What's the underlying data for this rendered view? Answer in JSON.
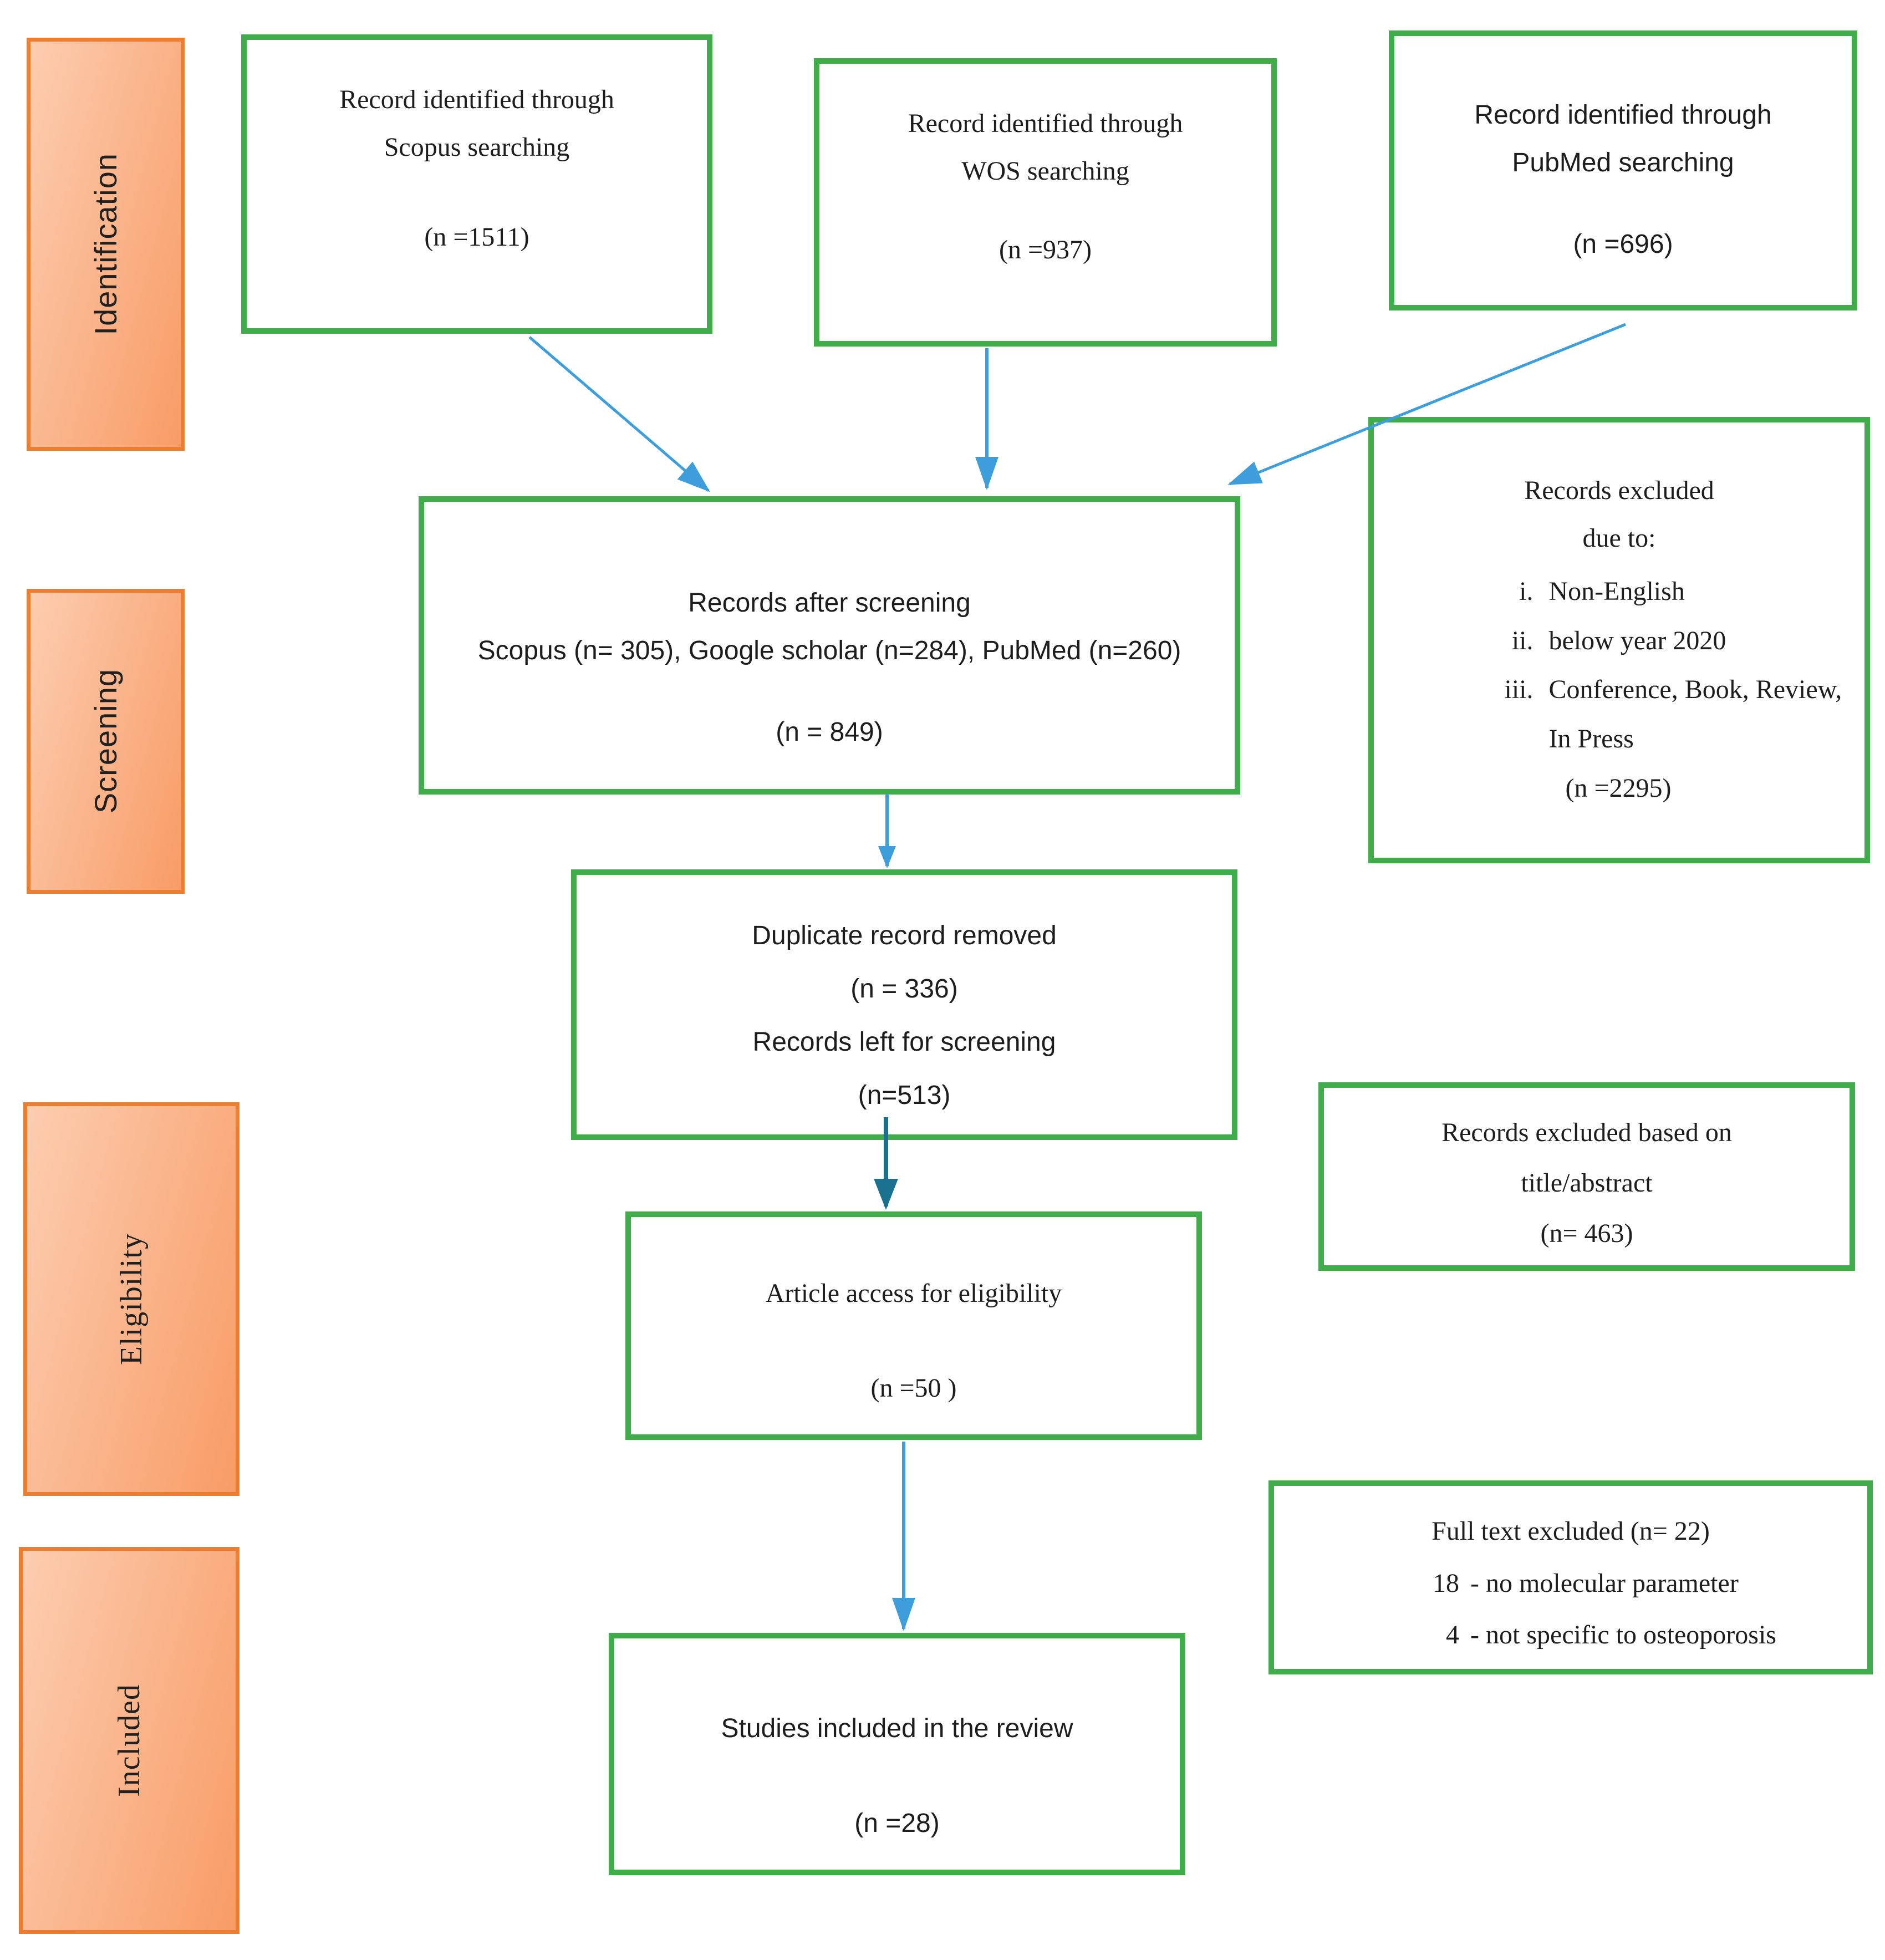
{
  "stages": {
    "identification": "Identification",
    "screening": "Screening",
    "eligibility": "Eligibility",
    "included": "Included"
  },
  "boxes": {
    "scopus": {
      "line1": "Record identified through",
      "line2": "Scopus searching",
      "count": "(n =1511)"
    },
    "wos": {
      "line1": "Record identified through",
      "line2": "WOS searching",
      "count": "(n =937)"
    },
    "pubmed": {
      "line1": "Record identified through",
      "line2": "PubMed searching",
      "count": "(n =696)"
    },
    "after_screening": {
      "line1": "Records after screening",
      "line2": "Scopus (n= 305), Google scholar (n=284), PubMed (n=260)",
      "count": "(n = 849)"
    },
    "excluded_due_to": {
      "title1": "Records excluded",
      "title2": "due to:",
      "items": [
        {
          "numeral": "i.",
          "text": "Non-English"
        },
        {
          "numeral": "ii.",
          "text": "below year 2020"
        },
        {
          "numeral": "iii.",
          "text": "Conference, Book, Review, In Press"
        }
      ],
      "count": "(n =2295)"
    },
    "duplicates": {
      "line1": "Duplicate record removed",
      "count1": "(n = 336)",
      "line2": "Records left for screening",
      "count2": "(n=513)"
    },
    "excluded_title_abstract": {
      "line1": "Records excluded based on",
      "line2": "title/abstract",
      "count": "(n= 463)"
    },
    "article_access": {
      "line1": "Article access for eligibility",
      "count": "(n =50 )"
    },
    "full_text_excluded": {
      "line1": "Full text excluded (n= 22)",
      "items": [
        {
          "num": "18",
          "text": "- no molecular parameter"
        },
        {
          "num": "4",
          "text": "- not specific to osteoporosis"
        }
      ]
    },
    "included_review": {
      "line1": "Studies included in the review",
      "count": "(n =28)"
    }
  },
  "colors": {
    "green": "#3FAD49",
    "orange_border": "#ED7D31",
    "orange_light": "#FCCDB0",
    "orange_dark": "#F89C66",
    "arrow_blue": "#3E9EDB",
    "arrow_teal": "#19718F",
    "ink": "#1D1D1D"
  }
}
